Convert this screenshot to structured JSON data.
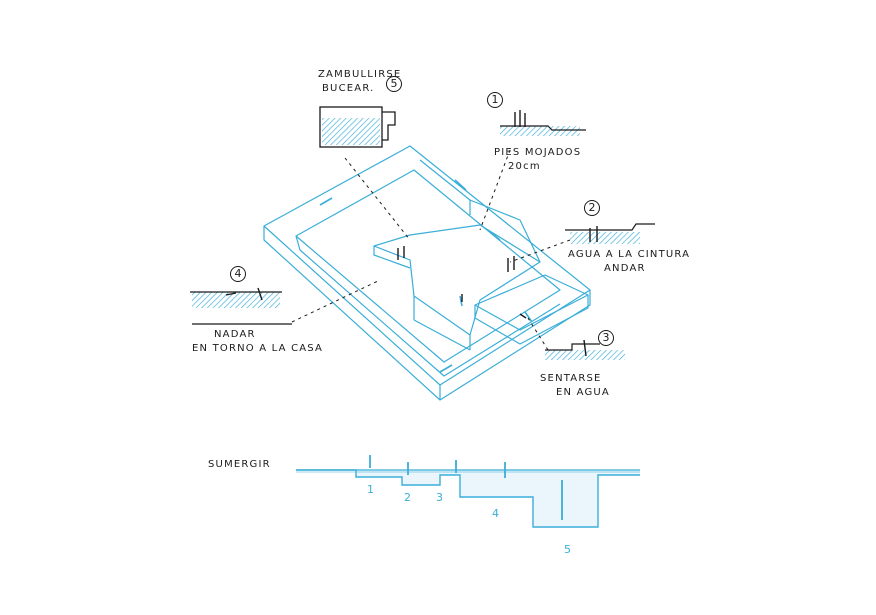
{
  "colors": {
    "ink": "#1b1b1b",
    "water": "#3aaed8",
    "paper": "#ffffff"
  },
  "annotations": {
    "zambullirse": {
      "number": "5",
      "line1": "ZAMBULLIRSE",
      "line2": "BUCEAR."
    },
    "pies": {
      "number": "1",
      "line1": "PIES MOJADOS",
      "line2": "20cm"
    },
    "agua": {
      "number": "2",
      "line1": "AGUA A LA CINTURA",
      "line2": "ANDAR"
    },
    "nadar": {
      "number": "4",
      "line1": "NADAR",
      "line2": "EN TORNO A LA CASA"
    },
    "sentarse": {
      "number": "3",
      "line1": "SENTARSE",
      "line2": "EN AGUA"
    }
  },
  "section": {
    "title": "SUMERGIR",
    "markers": [
      "1",
      "2",
      "3",
      "4",
      "5"
    ]
  }
}
